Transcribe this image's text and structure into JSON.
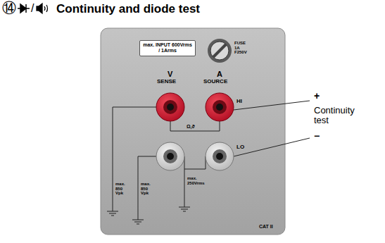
{
  "diagram": {
    "title": "Continuity and diode test",
    "nodes": [
      {
        "text": [
          "max. INPUT 600Vrms / 1Arms"
        ]
      }
    ],
    "edges": [],
    "labels": [
      "⑭",
      "/",
      "FUSE 1A F250V",
      "V",
      "SENSE",
      "A",
      "SOURCE",
      "HI",
      "LO",
      "Ω,ϑ",
      "max. 850 Vpk",
      "max. 850 Vpk",
      "max. 250Vrms",
      "CAT II",
      "+",
      "Continuity test",
      "−"
    ]
  }
}
